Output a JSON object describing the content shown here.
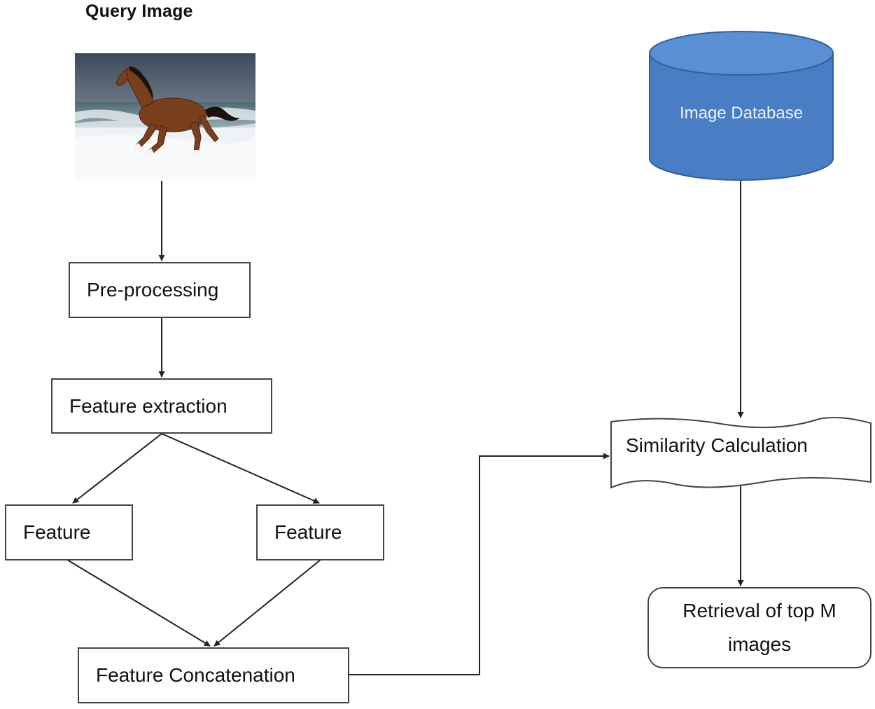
{
  "diagram": {
    "query_title": "Query Image",
    "nodes": {
      "preprocessing": "Pre-processing",
      "feature_extraction": "Feature extraction",
      "feature_left": "Feature",
      "feature_right": "Feature",
      "feature_concatenation": "Feature Concatenation",
      "image_database": "Image Database",
      "similarity_calculation": "Similarity Calculation",
      "retrieval": "Retrieval of top M images"
    }
  },
  "colors": {
    "database_fill": "#4a7ec4",
    "database_stroke": "#2f5f9e",
    "box_border": "#444444",
    "arrow": "#222222"
  }
}
